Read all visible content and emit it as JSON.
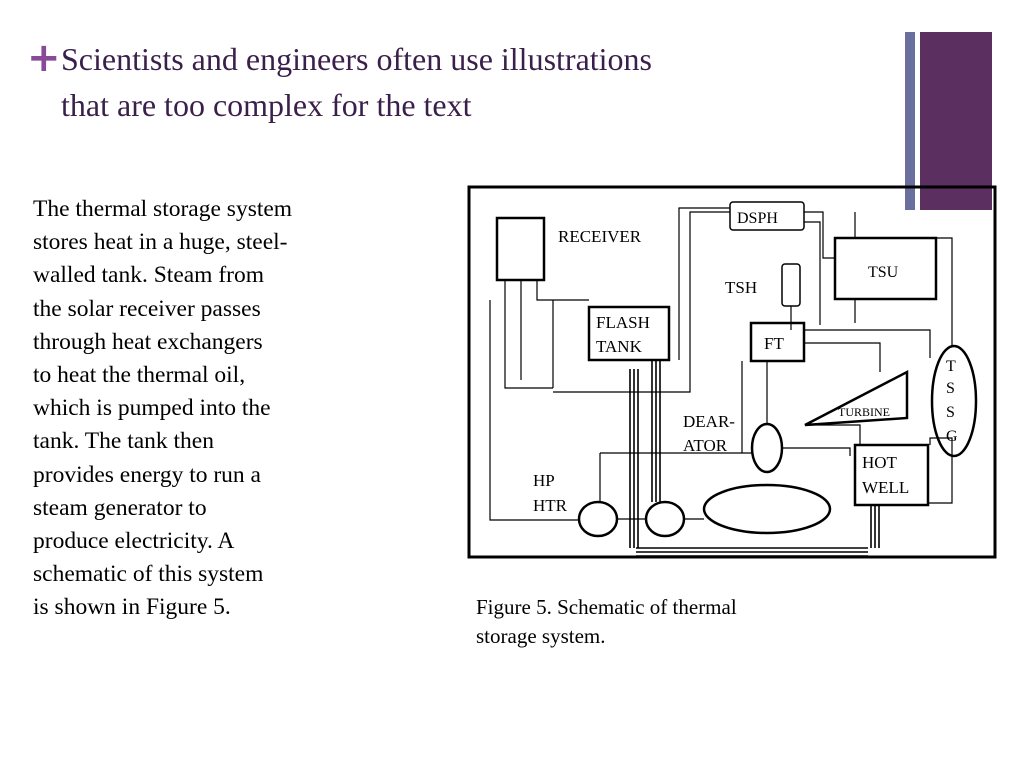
{
  "title_line1": "Scientists and engineers often use illustrations",
  "title_line2": "that are too complex for the text",
  "plus_mark": "+",
  "body_lines": [
    "The thermal storage system",
    "stores heat in a huge, steel-",
    "walled tank.  Steam from",
    "the solar receiver passes",
    "through heat exchangers",
    "to heat the thermal oil,",
    "which is pumped into the",
    "tank.  The tank then",
    "provides energy to run a",
    "steam generator to",
    "produce electricity.  A",
    "schematic of this system",
    "is shown in Figure 5."
  ],
  "caption_line1": "Figure 5. Schematic of thermal",
  "caption_line2": "storage system.",
  "diagram": {
    "receiver": "RECEIVER",
    "dsph": "DSPH",
    "tsu": "TSU",
    "tsh": "TSH",
    "flash1": "FLASH",
    "flash2": "TANK",
    "ft": "FT",
    "tssg": [
      "T",
      "S",
      "S",
      "G"
    ],
    "turbine": "TURBINE",
    "dear1": "DEAR-",
    "dear2": "ATOR",
    "hot1": "HOT",
    "hot2": "WELL",
    "hp1": "HP",
    "hp2": "HTR"
  },
  "colors": {
    "accent": "#8a4a9a",
    "title": "#3a1f4a",
    "bar_dark": "#5b3060",
    "bar_light": "#6b6f9e"
  }
}
